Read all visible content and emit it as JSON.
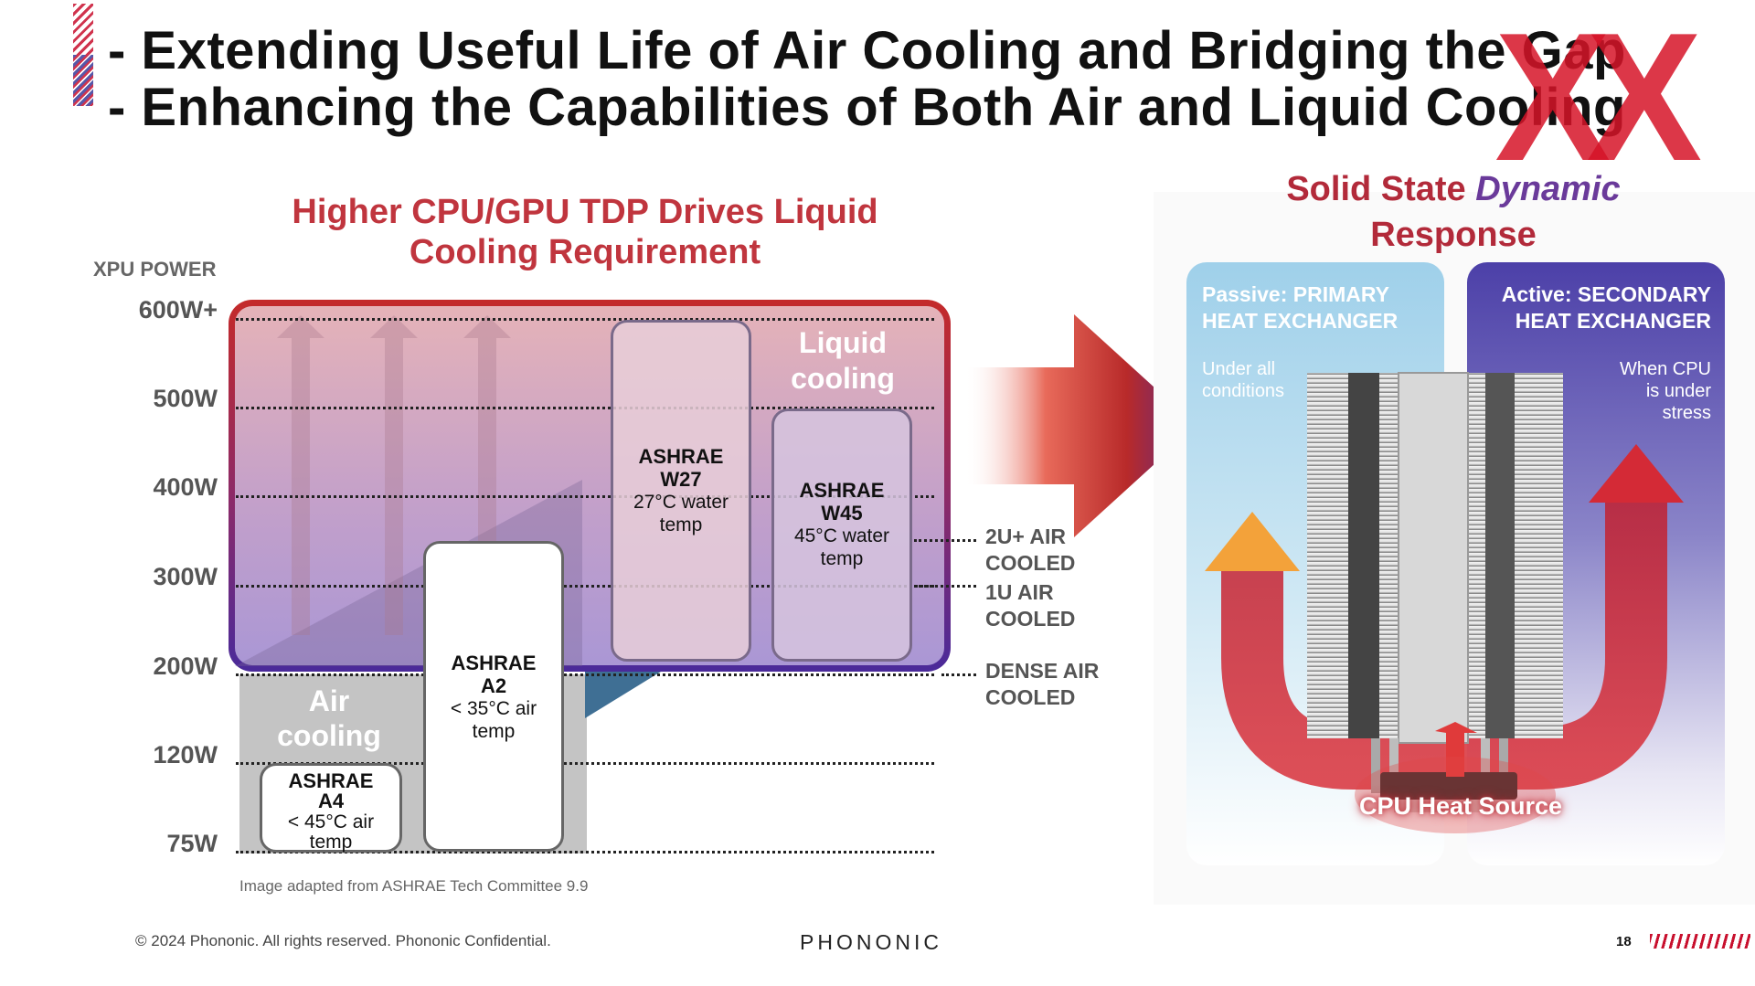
{
  "header": {
    "line1": "- Extending Useful Life of Air Cooling and Bridging the Gap",
    "line2": "- Enhancing the Capabilities of Both Air and Liquid Cooling",
    "watermark": "XX"
  },
  "left": {
    "title_line1": "Higher CPU/GPU TDP Drives Liquid",
    "title_line2": "Cooling Requirement",
    "y_axis_title": "XPU POWER",
    "y_ticks": [
      "600W+",
      "500W",
      "400W",
      "300W",
      "200W",
      "120W",
      "75W"
    ],
    "air_label_1": "Air",
    "air_label_2": "cooling",
    "liquid_label_1": "Liquid",
    "liquid_label_2": "cooling",
    "boxes": {
      "a4": {
        "name": "ASHRAE A4",
        "l1": "ASHRAE",
        "l2": "A4",
        "d1": "< 45°C air",
        "d2": "temp"
      },
      "a2": {
        "name": "ASHRAE A2",
        "l1": "ASHRAE",
        "l2": "A2",
        "d1": "< 35°C air",
        "d2": "temp"
      },
      "w27": {
        "name": "ASHRAE W27",
        "l1": "ASHRAE",
        "l2": "W27",
        "d1": "27°C water",
        "d2": "temp"
      },
      "w45": {
        "name": "ASHRAE W45",
        "l1": "ASHRAE",
        "l2": "W45",
        "d1": "45°C water",
        "d2": "temp"
      }
    },
    "right_labels": {
      "u2_1": "2U+ AIR",
      "u2_2": "COOLED",
      "u1_1": "1U AIR",
      "u1_2": "COOLED",
      "dense_1": "DENSE AIR",
      "dense_2": "COOLED"
    },
    "source_note": "Image adapted from ASHRAE Tech Committee 9.9"
  },
  "right": {
    "title_line1_a": "Solid State ",
    "title_line1_b": "Dynamic",
    "title_line2": "Response",
    "passive_title_1": "Passive: PRIMARY",
    "passive_title_2": "HEAT EXCHANGER",
    "passive_sub_1": "Under all",
    "passive_sub_2": "conditions",
    "active_title_1": "Active: SECONDARY",
    "active_title_2": "HEAT EXCHANGER",
    "active_sub_1": "When CPU",
    "active_sub_2": "is under",
    "active_sub_3": "stress",
    "cpu_label": "CPU Heat Source"
  },
  "footer": {
    "copyright": "© 2024 Phononic.  All rights reserved. Phononic Confidential.",
    "brand": "PHONONIC",
    "page": "18"
  },
  "colors": {
    "accent_red": "#c0353e",
    "accent_purple": "#4a2a9a",
    "passive_blue": "#9fd0ea",
    "active_indigo": "#4c40a8"
  }
}
